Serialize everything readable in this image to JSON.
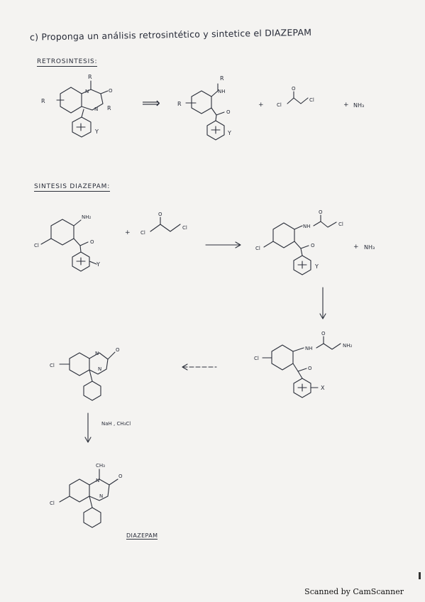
{
  "page": {
    "title": "c) Proponga un análisis retrosintético y sintetice el DIAZEPAM",
    "retro_heading": "RETROSINTESIS:",
    "synth_heading": "SINTESIS DIAZEPAM:",
    "product_label": "DIAZEPAM",
    "footer": "Scanned by CamScanner"
  },
  "labels": {
    "R": "R",
    "NH": "NH",
    "N": "N",
    "O": "O",
    "Cl": "Cl",
    "Y": "Y",
    "X": "X",
    "NH2": "NH₂",
    "NH3": "NH₃",
    "CH3": "CH₃",
    "plus": "+",
    "implies": "⟹",
    "reagents": "NaH , CH₃Cl"
  }
}
